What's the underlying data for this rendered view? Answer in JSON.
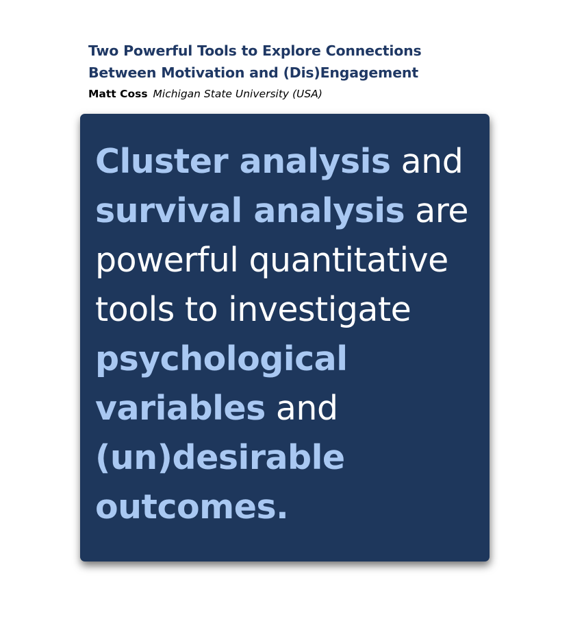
{
  "header": {
    "title_line1": "Two Powerful Tools to Explore Connections",
    "title_line2": "Between Motivation and (Dis)Engagement",
    "author_name": "Matt Coss",
    "affiliation": "Michigan State University (USA)"
  },
  "quote": {
    "segments": [
      {
        "text": "Cluster analysis",
        "highlight": true
      },
      {
        "text": " and ",
        "highlight": false
      },
      {
        "text": "survival analysis",
        "highlight": true
      },
      {
        "text": " are powerful quantitative tools to investigate ",
        "highlight": false
      },
      {
        "text": "psychological variables",
        "highlight": true
      },
      {
        "text": " and ",
        "highlight": false
      },
      {
        "text": "(un)desirable outcomes.",
        "highlight": true
      }
    ]
  },
  "colors": {
    "title": "#1f3864",
    "card_background": "#1e375c",
    "highlight_text": "#a9c8f2",
    "plain_text": "#ffffff"
  }
}
